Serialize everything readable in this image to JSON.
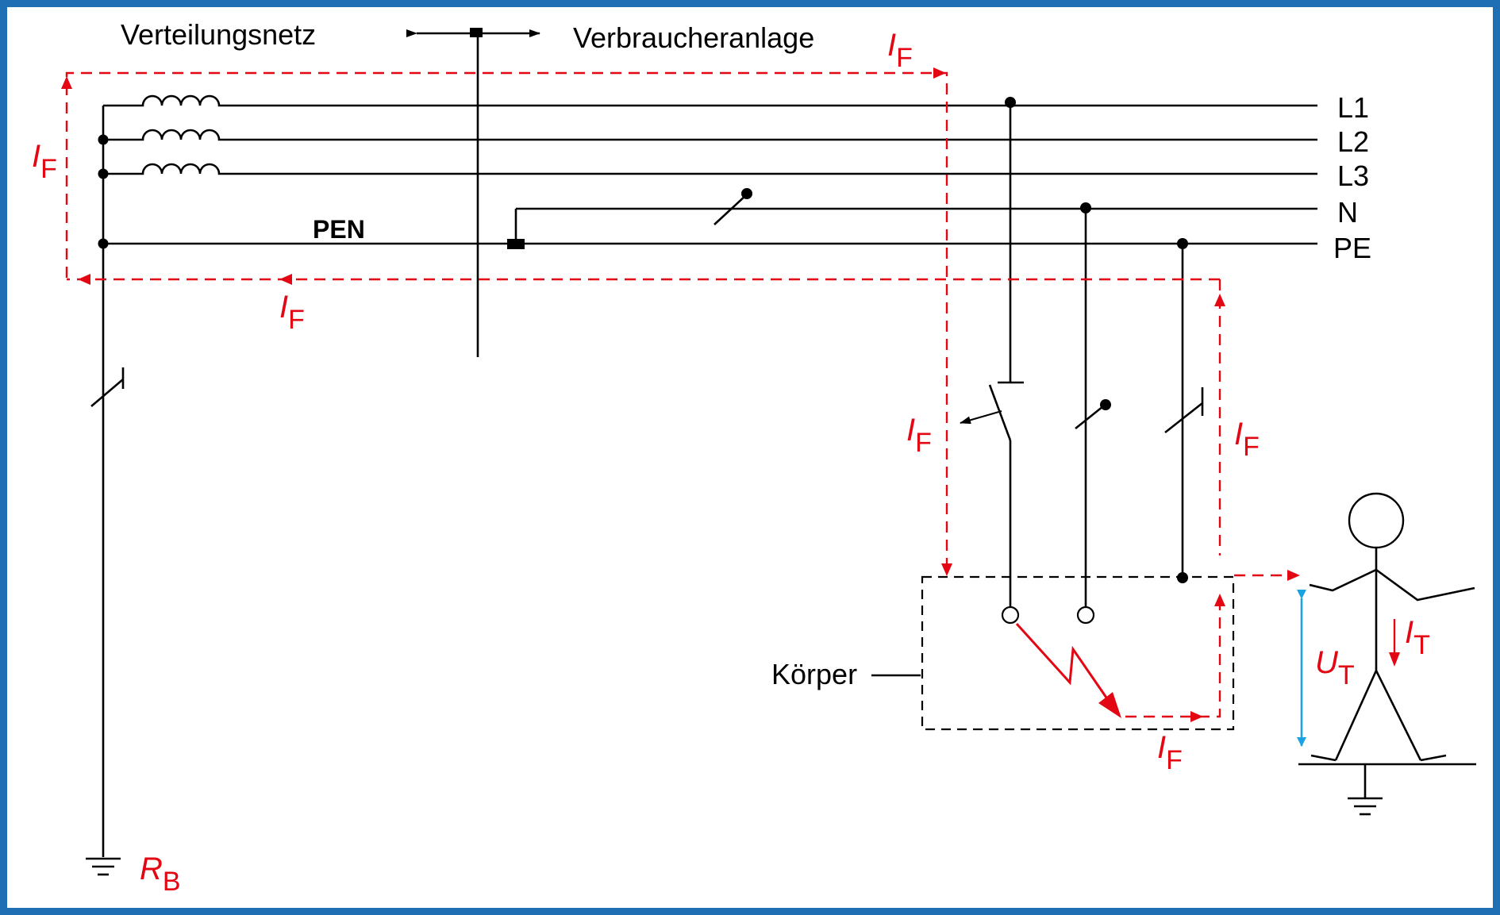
{
  "labels": {
    "distribution_network": "Verteilungsnetz",
    "consumer_installation": "Verbraucheranlage",
    "pen": "PEN",
    "body": "Körper"
  },
  "conductors": [
    "L1",
    "L2",
    "L3",
    "N",
    "PE"
  ],
  "current_symbol": {
    "main": "I",
    "sub": "F"
  },
  "touch_current": {
    "main": "I",
    "sub": "T"
  },
  "touch_voltage": {
    "main": "U",
    "sub": "T"
  },
  "earth_resistance": {
    "main": "R",
    "sub": "B"
  },
  "colors": {
    "frame": "#1f6fb5",
    "fault_current": "#e30613",
    "touch_voltage_arrow": "#1aa3e0",
    "wire": "#000000"
  }
}
